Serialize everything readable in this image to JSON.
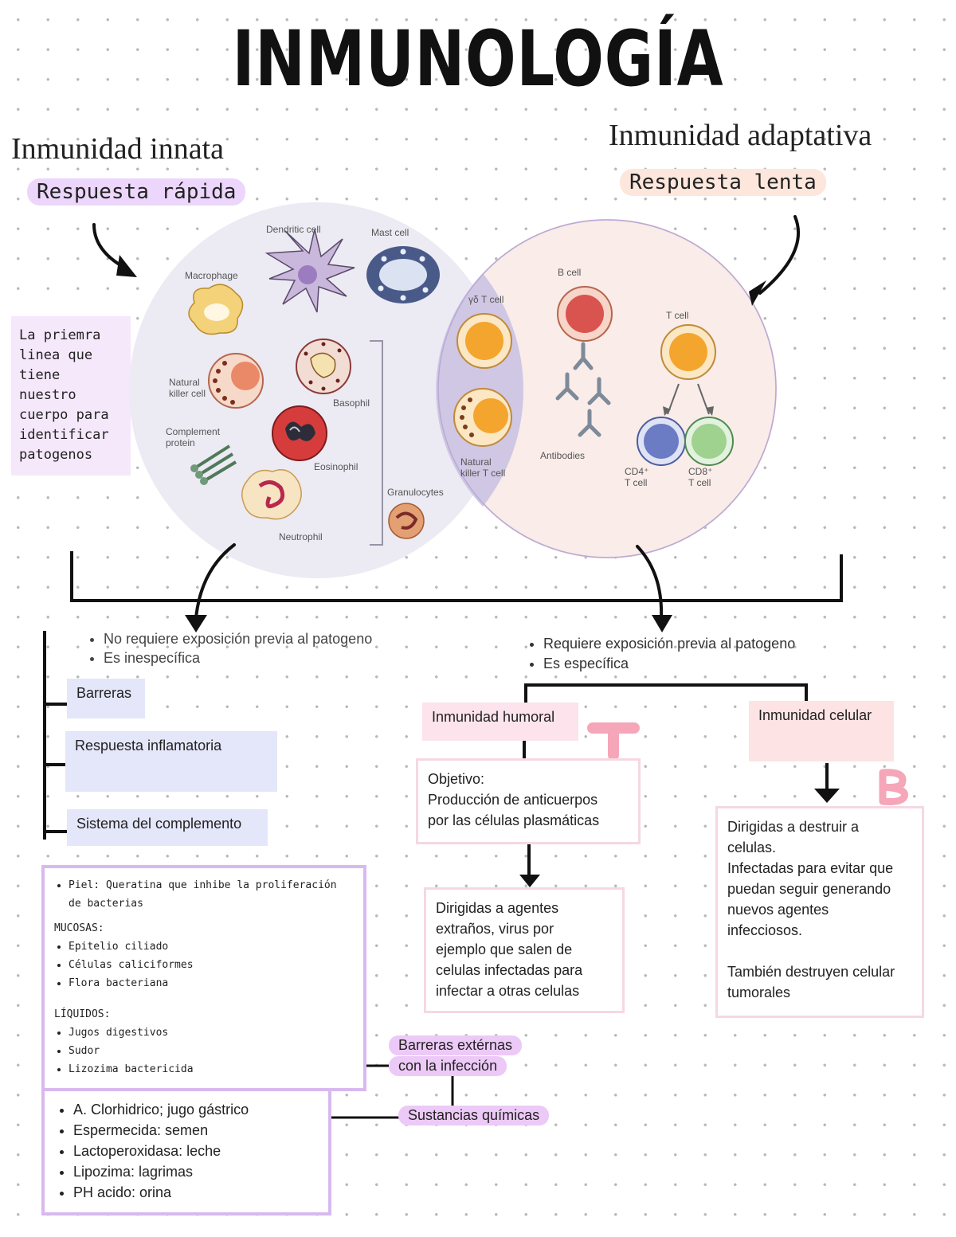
{
  "title": "INMUNOLOGÍA",
  "innate": {
    "heading": "Inmunidad innata",
    "pill": "Respuesta rápida",
    "note": [
      "La priemra",
      "linea que",
      "tiene",
      "nuestro",
      "cuerpo para",
      "identificar",
      "patogenos"
    ],
    "bullets": [
      "No requiere exposición previa al patogeno",
      "Es inespecífica"
    ],
    "components": [
      "Barreras",
      "Respuesta inflamatoria",
      "Sistema del complemento"
    ],
    "barriers_box": {
      "skin": "Piel: Queratina que inhibe la proliferación de bacterias",
      "mucosas_title": "MUCOSAS:",
      "mucosas": [
        "Epitelio ciliado",
        "Células caliciformes",
        "Flora bacteriana"
      ],
      "liquidos_title": "LÍQUIDOS:",
      "liquidos": [
        "Jugos digestivos",
        "Sudor",
        "Lizozima bactericida"
      ]
    },
    "chem_list": [
      "A. Clorhidrico; jugo gástrico",
      "Espermecida: semen",
      "Lactoperoxidasa: leche",
      "Lipozima: lagrimas",
      "PH acido: orina"
    ],
    "tag_external": [
      "Barreras extérnas",
      "con la infección"
    ],
    "tag_chem": "Sustancias químicas"
  },
  "adaptive": {
    "heading": "Inmunidad adaptativa",
    "pill": "Respuesta lenta",
    "bullets": [
      "Requiere exposición previa al patogeno",
      "Es específica"
    ],
    "humoral": {
      "title": "Inmunidad humoral",
      "letter": "T",
      "objective": [
        "Objetivo:",
        "Producción de anticuerpos",
        "por las células plasmáticas"
      ],
      "target": [
        "Dirigidas a agentes",
        "extraños, virus por",
        "ejemplo que salen de",
        "celulas infectadas para",
        "infectar a otras celulas"
      ]
    },
    "celular": {
      "title": "Inmunidad celular",
      "letter": "B",
      "text": [
        "Dirigidas a destruir a",
        "celulas.",
        "Infectadas para evitar que",
        "puedan seguir generando",
        "nuevos agentes",
        "infecciosos.",
        "",
        "También destruyen celular",
        "tumorales"
      ]
    }
  },
  "venn_labels": {
    "dendritic": "Dendritic cell",
    "mast": "Mast cell",
    "macrophage": "Macrophage",
    "nk": [
      "Natural",
      "killer cell"
    ],
    "basophil": "Basophil",
    "complement": [
      "Complement",
      "protein"
    ],
    "eosinophil": "Eosinophil",
    "neutrophil": "Neutrophil",
    "granulocytes": "Granulocytes",
    "gd": "γδ T cell",
    "nkt": [
      "Natural",
      "killer T cell"
    ],
    "bcell": "B cell",
    "antibodies": "Antibodies",
    "tcell": "T cell",
    "cd4": [
      "CD4⁺",
      "T cell"
    ],
    "cd8": [
      "CD8⁺",
      "T cell"
    ]
  },
  "colors": {
    "lilac": "#e4e6fa",
    "pink": "#fde3ec",
    "purple_border": "#d8b9ef",
    "tag_purple": "#ecc9f7",
    "letter_pink": "#f5a6b8"
  }
}
